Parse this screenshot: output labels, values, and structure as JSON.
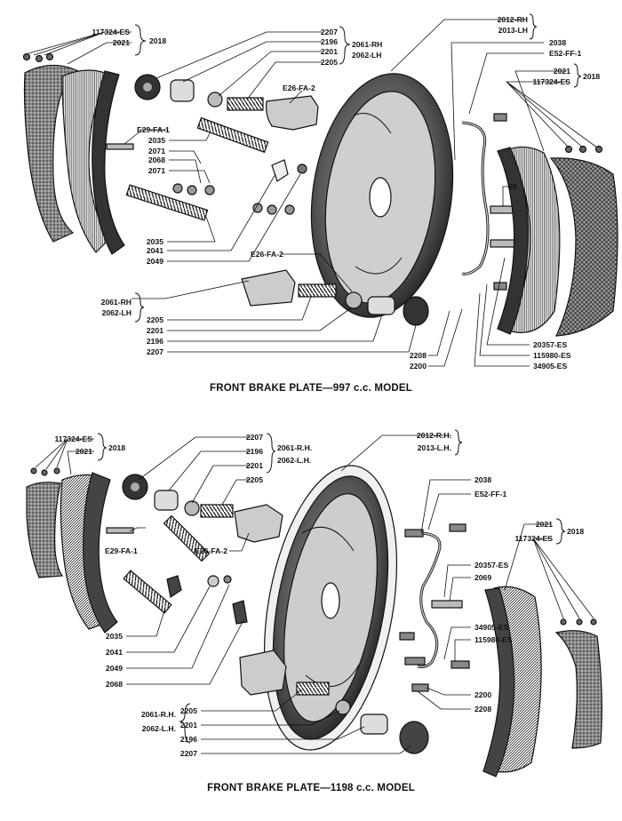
{
  "diagram1": {
    "caption": "FRONT BRAKE PLATE—997 c.c. MODEL",
    "labels": {
      "p117324es": "117324-ES",
      "p2021": "2021",
      "p2018a": "2018",
      "p2207": "2207",
      "p2196": "2196",
      "p2201": "2201",
      "p2205": "2205",
      "p2061rh": "2061-RH",
      "p2062lh": "2062-LH",
      "pe26a": "E26-FA-2",
      "p2012": "2012-RH",
      "p2013": "2013-LH",
      "p2038": "2038",
      "pe52": "E52-FF-1",
      "p2021r": "2021",
      "p2018r": "2018",
      "p117324r": "117324-ES",
      "pe29": "E29-FA-1",
      "p2035a": "2035",
      "p2071a": "2071",
      "p2068": "2068",
      "p2071b": "2071",
      "p69": "69",
      "p2035b": "2035",
      "p2041": "2041",
      "p2049": "2049",
      "pe26b": "E26-FA-2",
      "p2061b": "2061-RH",
      "p2062b": "2062-LH",
      "p2205b": "2205",
      "p2201b": "2201",
      "p2196b": "2196",
      "p2207b": "2207",
      "p2208": "2208",
      "p2200": "2200",
      "p20357": "20357-ES",
      "p115980": "115980-ES",
      "p34905": "34905-ES"
    }
  },
  "diagram2": {
    "caption": "FRONT BRAKE PLATE—1198 c.c. MODEL",
    "labels": {
      "p117324es": "117324-ES",
      "p2021": "2021",
      "p2018": "2018",
      "p2207": "2207",
      "p2196": "2196",
      "p2201": "2201",
      "p2205": "2205",
      "p2061rh": "2061-R.H.",
      "p2062lh": "2062-L.H.",
      "p2012": "2012-R.H.",
      "p2013": "2013-L.H.",
      "p2038": "2038",
      "pe52": "E52-FF-1",
      "pe29": "E29-FA-1",
      "pe26": "E26-FA-2",
      "p20357": "20357-ES",
      "p2069": "2069",
      "p34905": "34905-ES",
      "p115980": "115980-ES",
      "p2035": "2035",
      "p2041": "2041",
      "p2049": "2049",
      "p2068": "2068",
      "p2200": "2200",
      "p2208": "2208",
      "p2061b": "2061-R.H.",
      "p2062b": "2062-L.H.",
      "p2205b": "2205",
      "p2201b": "2201",
      "p2196b": "2196",
      "p2207b": "2207",
      "p2021r": "2021",
      "p117324r": "117324-ES",
      "p2018r": "2018"
    }
  }
}
